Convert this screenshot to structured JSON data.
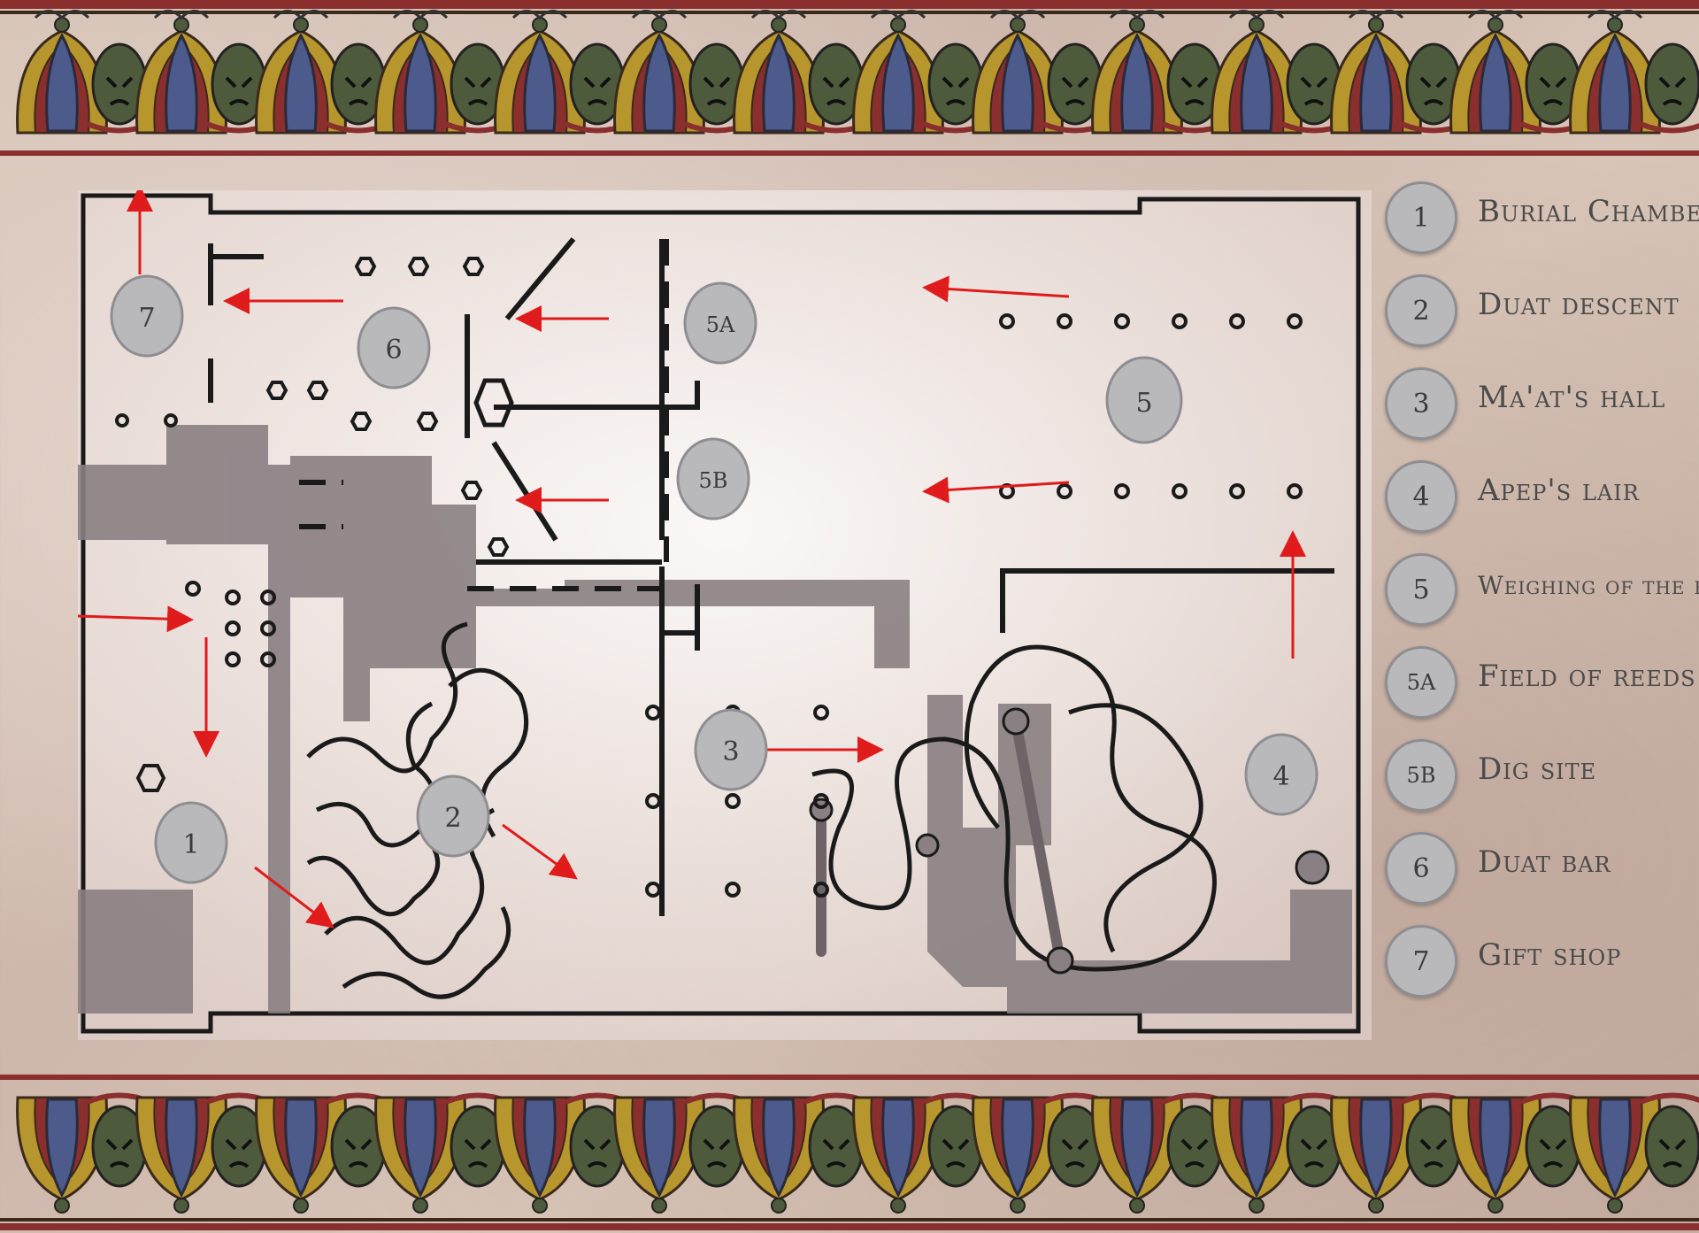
{
  "map": {
    "markers": [
      {
        "id": "m1",
        "label": "1"
      },
      {
        "id": "m2",
        "label": "2"
      },
      {
        "id": "m3",
        "label": "3"
      },
      {
        "id": "m4",
        "label": "4"
      },
      {
        "id": "m5",
        "label": "5"
      },
      {
        "id": "m5a",
        "label": "5A"
      },
      {
        "id": "m5b",
        "label": "5B"
      },
      {
        "id": "m6",
        "label": "6"
      },
      {
        "id": "m7",
        "label": "7"
      }
    ]
  },
  "legend": {
    "items": [
      {
        "num": "1",
        "label": "Burial Chamber"
      },
      {
        "num": "2",
        "label": "Duat descent"
      },
      {
        "num": "3",
        "label": "Ma'at's hall"
      },
      {
        "num": "4",
        "label": "Apep's lair"
      },
      {
        "num": "5",
        "label": "Weighing of the heart"
      },
      {
        "num": "5A",
        "label": "Field of reeds"
      },
      {
        "num": "5B",
        "label": "Dig site"
      },
      {
        "num": "6",
        "label": "Duat bar"
      },
      {
        "num": "7",
        "label": "Gift shop"
      }
    ]
  },
  "colors": {
    "arrow": "#e01b1b",
    "wall": "#1a1a1a",
    "corridor": "#8a7f82",
    "marker_fill": "#b9b9bb",
    "frieze_red": "#8b2e2e",
    "frieze_blue": "#4c5a8c",
    "frieze_gold": "#b8962e",
    "frieze_green": "#4e5a3c"
  }
}
